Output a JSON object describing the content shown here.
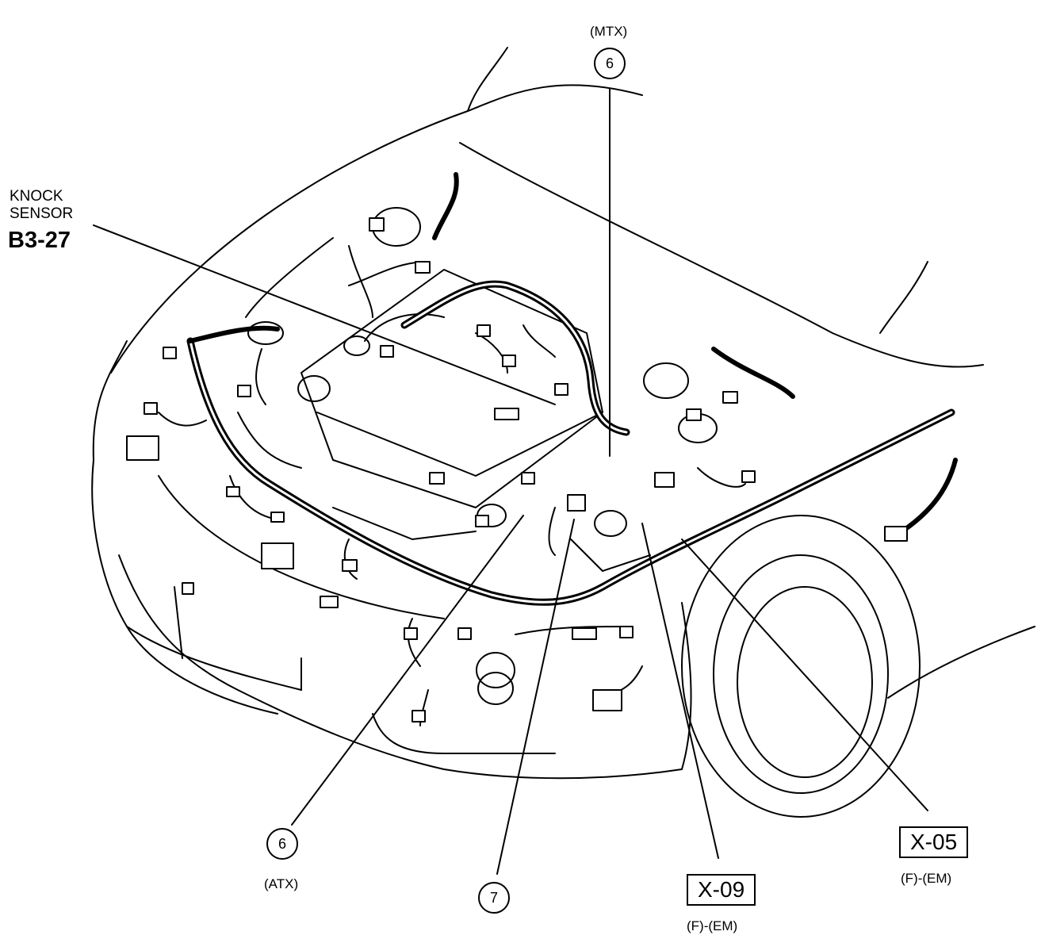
{
  "labels": {
    "knock_title": "KNOCK\nSENSOR",
    "knock_code": "B3-27",
    "mtx_caption": "(MTX)",
    "mtx_number": "6",
    "atx_number": "6",
    "atx_caption": "(ATX)",
    "seven_number": "7",
    "x09_code": "X-09",
    "x09_caption": "(F)-(EM)",
    "x05_code": "X-05",
    "x05_caption": "(F)-(EM)"
  },
  "colors": {
    "line": "#000000",
    "background": "#ffffff"
  }
}
